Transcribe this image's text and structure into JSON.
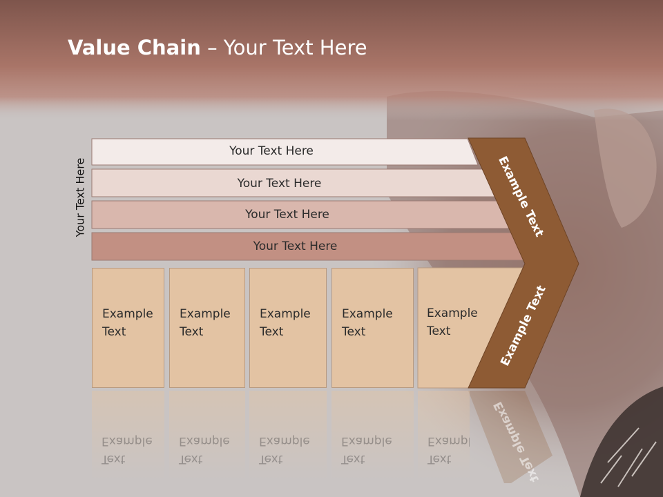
{
  "title": {
    "bold": "Value Chain",
    "rest": " – Your Text Here"
  },
  "side_label": "Your Text Here",
  "rows": [
    {
      "label": "Your Text Here",
      "color": "#f3ebe9"
    },
    {
      "label": "Your Text Here",
      "color": "#ead8d2"
    },
    {
      "label": "Your Text Here",
      "color": "#d9b7ad"
    },
    {
      "label": "Your Text Here",
      "color": "#c29083"
    }
  ],
  "columns": [
    {
      "line1": "Example",
      "line2": "Text"
    },
    {
      "line1": "Example",
      "line2": "Text"
    },
    {
      "line1": "Example",
      "line2": "Text"
    },
    {
      "line1": "Example",
      "line2": "Text"
    },
    {
      "line1": "Example",
      "line2": "Text"
    }
  ],
  "arrow": {
    "upper_text": "Example Text",
    "lower_text": "Example Text",
    "color": "#8e5b34"
  },
  "colors": {
    "header_band": "#a8746a",
    "column_fill": "#e3c3a3"
  }
}
